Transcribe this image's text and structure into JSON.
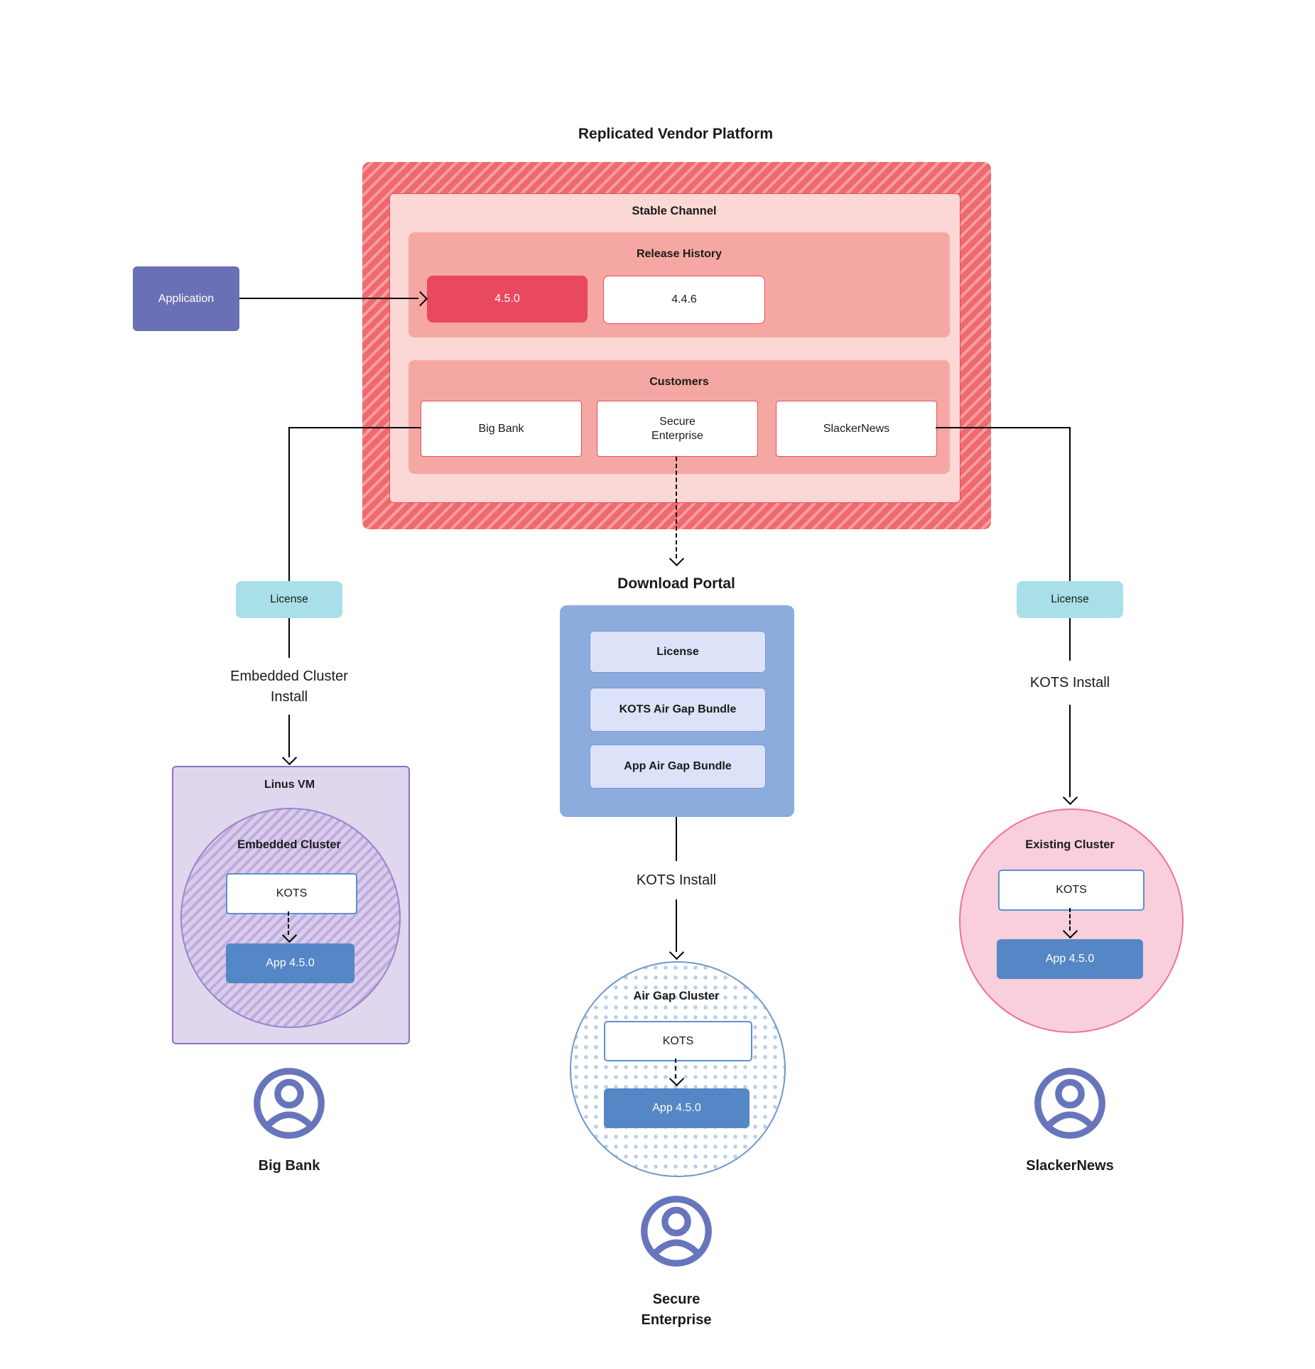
{
  "title": "Replicated Vendor Platform",
  "platform": {
    "stable_channel": "Stable Channel",
    "release_history": "Release History",
    "releases": [
      "4.5.0",
      "4.4.6"
    ],
    "customers_title": "Customers",
    "customers": [
      "Big Bank",
      "Secure Enterprise",
      "SlackerNews"
    ]
  },
  "application": "Application",
  "left": {
    "license": "License",
    "install": "Embedded Cluster Install",
    "vm": "Linus VM",
    "cluster": "Embedded Cluster",
    "kots": "KOTS",
    "app": "App 4.5.0",
    "user": "Big Bank"
  },
  "middle": {
    "portal_title": "Download Portal",
    "items": [
      "License",
      "KOTS Air Gap Bundle",
      "App Air Gap Bundle"
    ],
    "install": "KOTS Install",
    "cluster": "Air Gap Cluster",
    "kots": "KOTS",
    "app": "App 4.5.0",
    "user": "Secure Enterprise"
  },
  "right": {
    "license": "License",
    "install": "KOTS Install",
    "cluster": "Existing Cluster",
    "kots": "KOTS",
    "app": "App 4.5.0",
    "user": "SlackerNews"
  },
  "colors": {
    "platform_hatch_base": "#f0696e",
    "platform_hatch_stripe": "#f59fa2",
    "stable_fill": "#fbd8d5",
    "panel_fill": "#f5a8a3",
    "release_highlight": "#e8495e",
    "red_border": "#e8495e",
    "application_fill": "#6a70b5",
    "license_fill": "#a9dfe8",
    "portal_fill": "#8dacde",
    "portal_item_fill": "#dce2f7",
    "app_box_fill": "#5586c6",
    "kots_border": "#5d90cf",
    "vm_fill": "#ded7ee",
    "vm_border": "#8f70c2",
    "existing_fill": "#f9cfdb",
    "existing_border": "#ee7397",
    "user_icon": "#6775bc"
  }
}
